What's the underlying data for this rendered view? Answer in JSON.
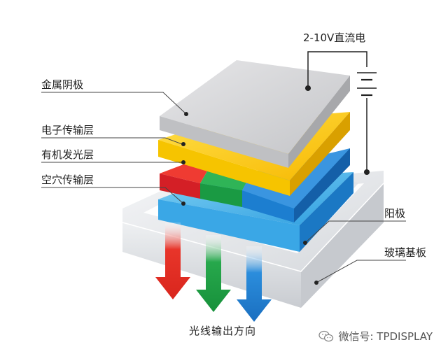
{
  "labels": {
    "power": "2-10V直流电",
    "cathode": "金属阴极",
    "etl": "电子传输层",
    "eml": "有机发光层",
    "htl": "空穴传输层",
    "anode": "阳极",
    "glass": "玻璃基板",
    "light": "光线输出方向"
  },
  "watermark": {
    "text": "微信号: TPDISPLAY",
    "icon": "wechat-icon"
  },
  "colors": {
    "cathode": "#cfcfd1",
    "etl": "#ffd21a",
    "eml_red": "#e0242b",
    "eml_green": "#1ea447",
    "eml_blue": "#1d7fd1",
    "htl": "#4ab6ea",
    "glass": "#e4e6e9",
    "arrow_red": "#e8352a",
    "arrow_green": "#24a64a",
    "arrow_blue": "#1c7ed3"
  }
}
